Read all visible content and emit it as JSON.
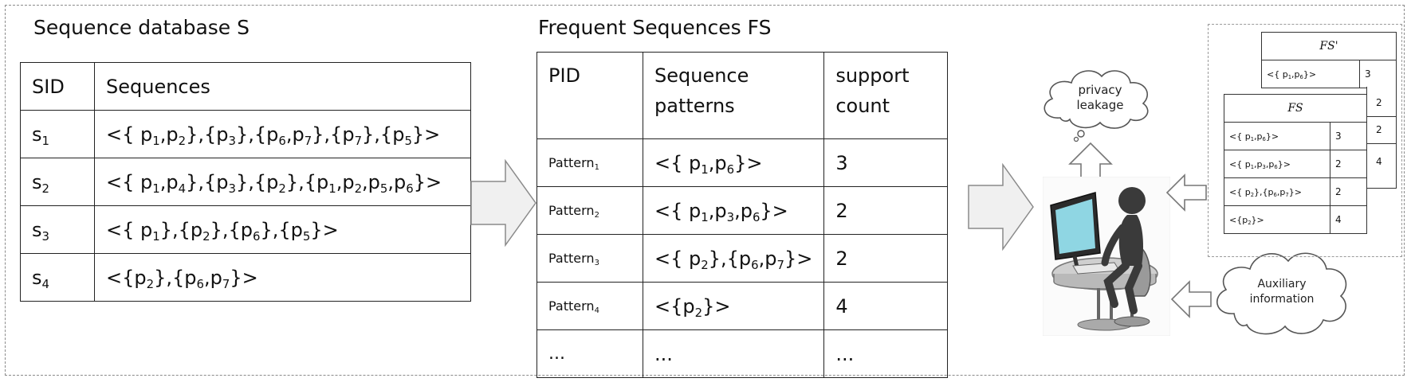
{
  "db": {
    "title": "Sequence database S",
    "headers": [
      "SID",
      "Sequences"
    ],
    "rows": [
      {
        "sid": "s<sub>1</sub>",
        "seq": "&lt;{ p<sub>1</sub>,p<sub>2</sub>},{p<sub>3</sub>},{p<sub>6</sub>,p<sub>7</sub>},{p<sub>7</sub>},{p<sub>5</sub>}&gt;"
      },
      {
        "sid": "s<sub>2</sub>",
        "seq": "&lt;{ p<sub>1</sub>,p<sub>4</sub>},{p<sub>3</sub>},{p<sub>2</sub>},{p<sub>1</sub>,p<sub>2</sub>,p<sub>5</sub>,p<sub>6</sub>}&gt;"
      },
      {
        "sid": "s<sub>3</sub>",
        "seq": "&lt;{ p<sub>1</sub>},{p<sub>2</sub>},{p<sub>6</sub>},{p<sub>5</sub>}&gt;"
      },
      {
        "sid": "s<sub>4</sub>",
        "seq": "&lt;{p<sub>2</sub>},{p<sub>6</sub>,p<sub>7</sub>}&gt;"
      }
    ]
  },
  "fs": {
    "title": "Frequent Sequences FS",
    "headers": [
      "PID",
      "Sequence patterns",
      "support count"
    ],
    "rows": [
      {
        "pid": "Pattern<sub>1</sub>",
        "pat": "&lt;{ p<sub>1</sub>,p<sub>6</sub>}&gt;",
        "cnt": "3"
      },
      {
        "pid": "Pattern<sub>2</sub>",
        "pat": "&lt;{ p<sub>1</sub>,p<sub>3</sub>,p<sub>6</sub>}&gt;",
        "cnt": "2"
      },
      {
        "pid": "Pattern<sub>3</sub>",
        "pat": "&lt;{ p<sub>2</sub>},{p<sub>6</sub>,p<sub>7</sub>}&gt;",
        "cnt": "2"
      },
      {
        "pid": "Pattern<sub>4</sub>",
        "pat": "&lt;{p<sub>2</sub>}&gt;",
        "cnt": "4"
      },
      {
        "pid": "...",
        "pat": "...",
        "cnt": "..."
      }
    ]
  },
  "clouds": {
    "privacy": "privacy leakage",
    "auxiliary": "Auxiliary information"
  },
  "mini_fs_prime": {
    "title": "FS'",
    "rows": [
      {
        "pat": "&lt;{ p<sub>1</sub>,p<sub>6</sub>}&gt;",
        "cnt": "3"
      }
    ],
    "side_counts": [
      "2",
      "2",
      "4"
    ]
  },
  "mini_fs": {
    "title": "FS",
    "side_count": "2",
    "rows": [
      {
        "pat": "&lt;{ p<sub>1</sub>,p<sub>6</sub>}&gt;",
        "cnt": "3"
      },
      {
        "pat": "&lt;{ p<sub>1</sub>,p<sub>3</sub>,p<sub>6</sub>}&gt;",
        "cnt": "2"
      },
      {
        "pat": "&lt;{ p<sub>2</sub>},{p<sub>6</sub>,p<sub>7</sub>}&gt;",
        "cnt": "2"
      },
      {
        "pat": "&lt;{p<sub>2</sub>}&gt;",
        "cnt": "4"
      }
    ]
  },
  "colors": {
    "arrow_fill": "#f0f0f0",
    "arrow_stroke": "#8a8a8a",
    "border": "#222222"
  },
  "icons": [
    "chevron-arrow-icon",
    "cloud-icon",
    "person-at-computer-icon"
  ]
}
